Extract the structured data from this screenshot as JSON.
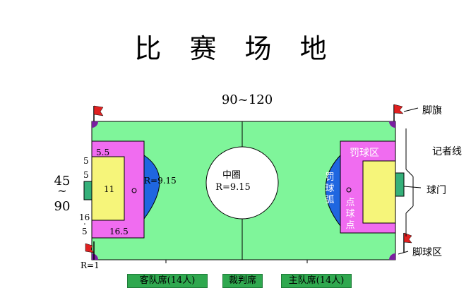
{
  "title": "比 赛 场 地",
  "field": {
    "length_label": "90~120",
    "width_label_top": "45",
    "width_label_tilde": "~",
    "width_label_bottom": "90",
    "center_circle_label": "中圈",
    "center_circle_radius": "R=9.15",
    "arc_radius": "R=9.15",
    "corner_radius": "R=1",
    "goal_area_depth": "5.5",
    "goal_area_offset_a": "5",
    "goal_area_offset_b": "5",
    "penalty_side": "16",
    "penalty_dot": ".",
    "penalty_offset": "5",
    "penalty_depth": "16.5",
    "penalty_spot_number": "11",
    "penalty_area_label": "罚球区",
    "penalty_arc_label": "罚球弧",
    "penalty_spot_label": "点球点"
  },
  "annotations": {
    "corner_flag": "脚旗",
    "press_line": "记者线",
    "goal": "球门",
    "corner_area": "脚球区"
  },
  "benches": {
    "away": "客队席(14人)",
    "officials": "裁判席",
    "home": "主队席(14人)"
  },
  "colors": {
    "pitch": "#7ff59a",
    "penalty_area": "#f06cf0",
    "goal_area": "#f6f57a",
    "arc": "#1f66e0",
    "goal": "#35b07a",
    "flag": "#e02020",
    "corner": "#7a1fa0",
    "bench": "#2fa84f"
  }
}
